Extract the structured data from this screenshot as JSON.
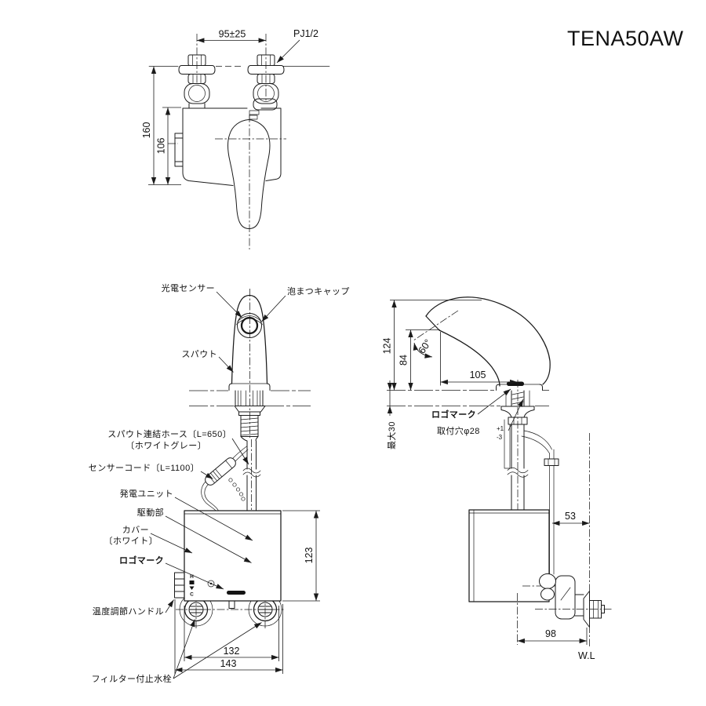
{
  "title": "TENA50AW",
  "top_view": {
    "dim_supply_pitch": "95±25",
    "thread_label": "PJ1/2",
    "dim_total_height": "160",
    "dim_body_height": "106"
  },
  "front_view": {
    "label_photo_sensor": "光電センサー",
    "label_foam_cap": "泡まつキャップ",
    "label_spout": "スパウト",
    "label_spout_hose": "スパウト連結ホース〔L=650〕",
    "label_hose_color": "〔ホワイトグレー〕",
    "label_sensor_cord": "センサーコード〔L=1100〕",
    "label_generator_unit": "発電ユニット",
    "label_drive_unit": "駆動部",
    "label_cover": "カバー",
    "label_cover_color": "〔ホワイト〕",
    "label_logo_mark": "ロゴマーク",
    "label_temp_handle": "温度調節ハンドル",
    "label_filter_valve": "フィルター付止水栓",
    "marking_hot": "H",
    "marking_cold": "C",
    "dim_cover_height": "123",
    "dim_valve_pitch": "132",
    "dim_overall_width": "143"
  },
  "side_view": {
    "dim_total_height": "124",
    "dim_spout_height": "84",
    "dim_spout_angle": "60°",
    "dim_spout_reach": "105",
    "dim_max_counter_thickness": "最大30",
    "label_mounting_hole": "取付穴φ28",
    "tol_plus": "+1",
    "tol_minus": "-3",
    "label_logo_mark": "ロゴマーク",
    "dim_wall_offset": "53",
    "dim_depth": "98",
    "label_wall_line": "W.L"
  }
}
